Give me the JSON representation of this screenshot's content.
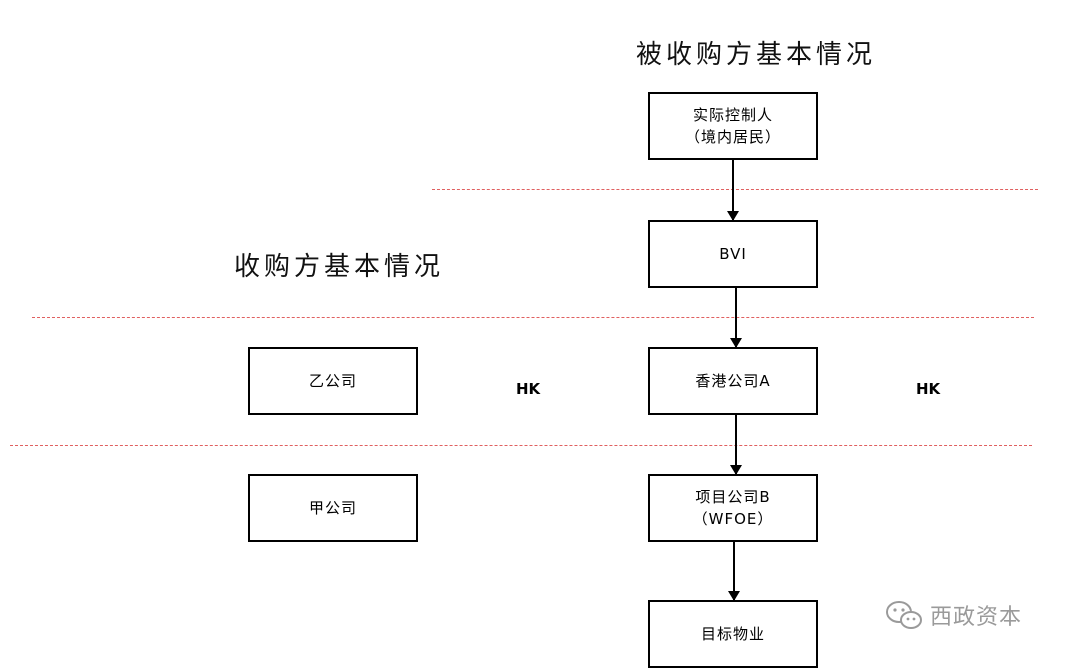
{
  "target_section": {
    "title": "被收购方基本情况",
    "boxes": [
      {
        "lines": [
          "实际控制人",
          "（境内居民）"
        ]
      },
      {
        "lines": [
          "BVI"
        ]
      },
      {
        "lines": [
          "香港公司A"
        ]
      },
      {
        "lines": [
          "项目公司B",
          "（WFOE）"
        ]
      },
      {
        "lines": [
          "目标物业"
        ]
      }
    ],
    "region_label": "HK"
  },
  "acquirer_section": {
    "title": "收购方基本情况",
    "boxes": [
      {
        "lines": [
          "乙公司"
        ]
      },
      {
        "lines": [
          "甲公司"
        ]
      }
    ],
    "region_label": "HK"
  },
  "watermark": {
    "text": "西政资本",
    "icon": "wechat-icon"
  },
  "colors": {
    "divider": "#e06060",
    "box_border": "#000000"
  }
}
